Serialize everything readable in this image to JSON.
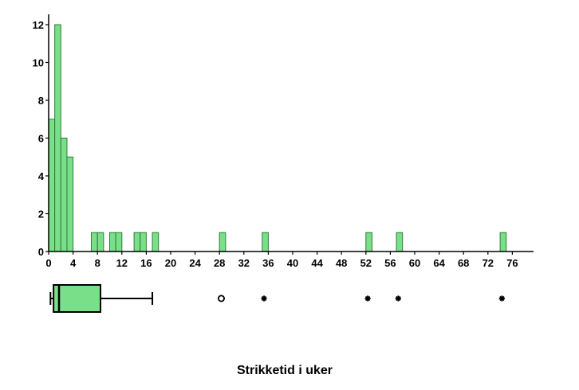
{
  "chart_data": {
    "type": "bar",
    "subtype": "histogram-with-boxplot",
    "xlabel": "Strikketid i uker",
    "ylabel": "",
    "title": "",
    "bin_width": 1,
    "xlim": [
      0,
      80
    ],
    "ylim": [
      0,
      12
    ],
    "x_ticks": [
      0,
      4,
      8,
      12,
      16,
      20,
      24,
      28,
      32,
      36,
      40,
      44,
      48,
      52,
      56,
      60,
      64,
      68,
      72,
      76
    ],
    "y_ticks": [
      0,
      2,
      4,
      6,
      8,
      10,
      12
    ],
    "bins": [
      {
        "start": 0,
        "count": 7
      },
      {
        "start": 1,
        "count": 12
      },
      {
        "start": 2,
        "count": 6
      },
      {
        "start": 3,
        "count": 5
      },
      {
        "start": 7,
        "count": 1
      },
      {
        "start": 8,
        "count": 1
      },
      {
        "start": 10,
        "count": 1
      },
      {
        "start": 11,
        "count": 1
      },
      {
        "start": 14,
        "count": 1
      },
      {
        "start": 15,
        "count": 1
      },
      {
        "start": 17,
        "count": 1
      },
      {
        "start": 28,
        "count": 1
      },
      {
        "start": 35,
        "count": 1
      },
      {
        "start": 52,
        "count": 1
      },
      {
        "start": 57,
        "count": 1
      },
      {
        "start": 74,
        "count": 1
      }
    ],
    "boxplot": {
      "whisker_low": 0.3,
      "q1": 0.8,
      "median": 1.7,
      "q3": 8.5,
      "whisker_high": 17,
      "outliers": [
        28.3
      ],
      "extremes": [
        35.3,
        52.3,
        57.3,
        74.3
      ]
    },
    "colors": {
      "bar_fill": "#79e089",
      "bar_stroke": "#2f7a3a",
      "axis": "#000000",
      "box_fill": "#79e089"
    },
    "grid": false
  }
}
